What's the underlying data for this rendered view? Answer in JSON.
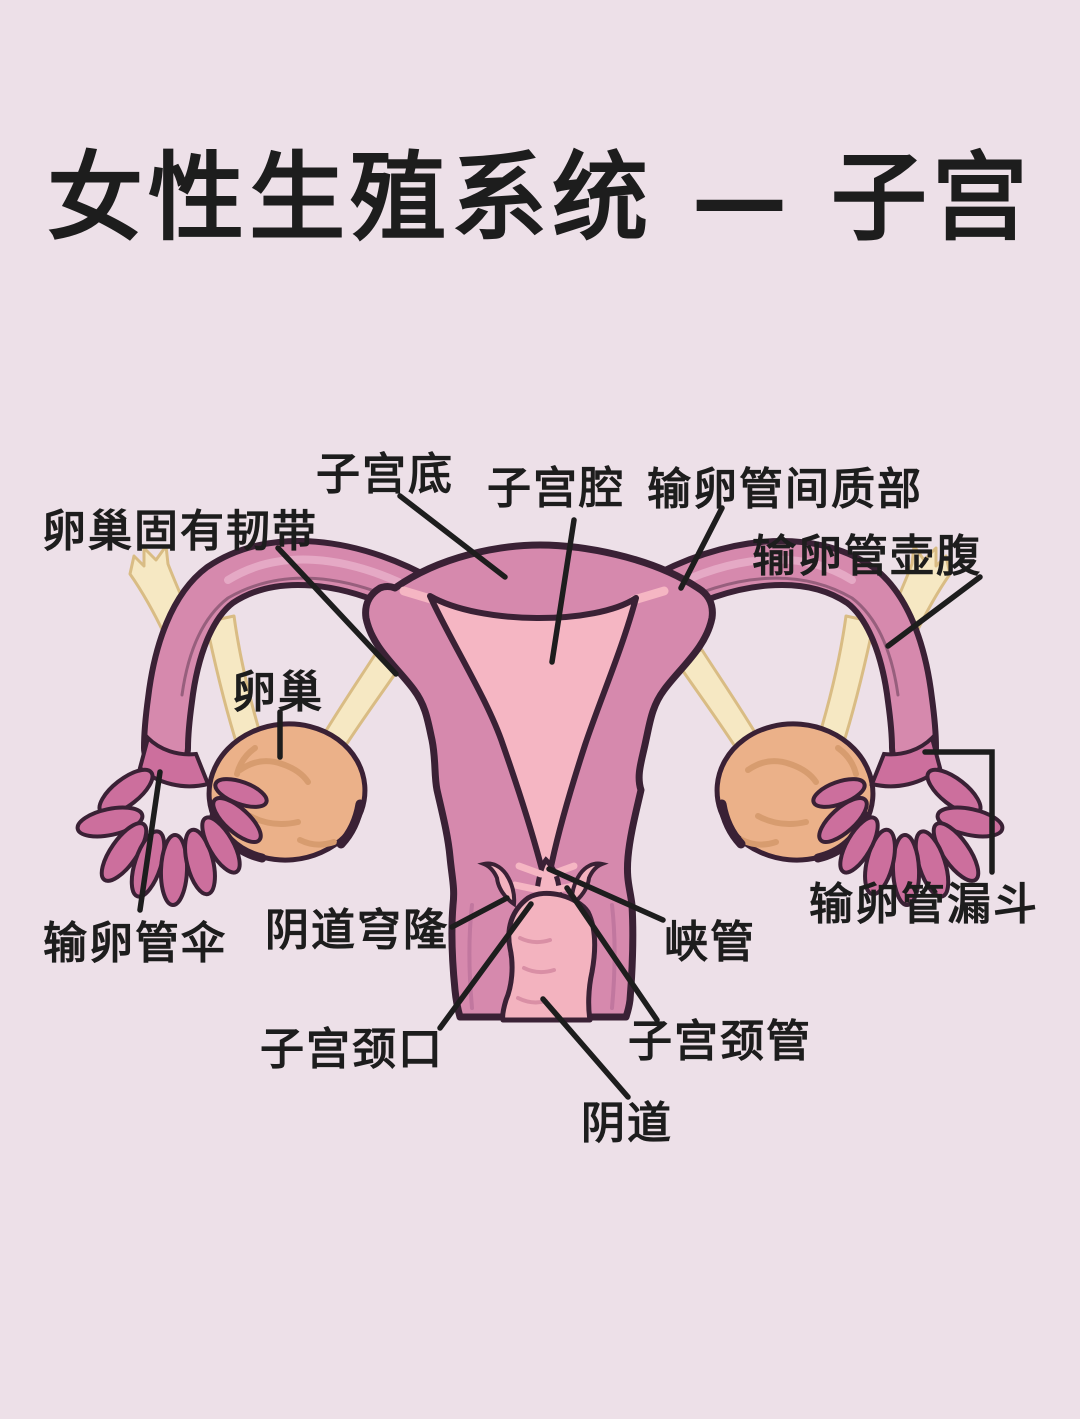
{
  "title": "女性生殖系统 — 子宫",
  "diagram": {
    "labels": {
      "fundus": "子宫底",
      "cavity": "子宫腔",
      "interstitial": "输卵管间质部",
      "ampulla": "输卵管壶腹",
      "ovarian_ligament": "卵巢固有韧带",
      "ovary": "卵巢",
      "fimbriae": "输卵管伞",
      "fornix": "阴道穹隆",
      "isthmus": "峡管",
      "infundibulum": "输卵管漏斗",
      "external_os": "子宫颈口",
      "cervical_canal": "子宫颈管",
      "vagina": "阴道"
    },
    "colors": {
      "background": "#EDE0E8",
      "text": "#1D1D1D",
      "outline": "#3A2135",
      "uterus_body": "#D689AD",
      "uterine_cavity": "#F5B6C3",
      "vaginal_lumen": "#F3B3BF",
      "ovary": "#EBB189",
      "ovary_shading": "#D79C6F",
      "ligament": "#F6E8C3",
      "fimbriae": "#CC6F9D",
      "leader_line": "#1D1D1D"
    }
  }
}
